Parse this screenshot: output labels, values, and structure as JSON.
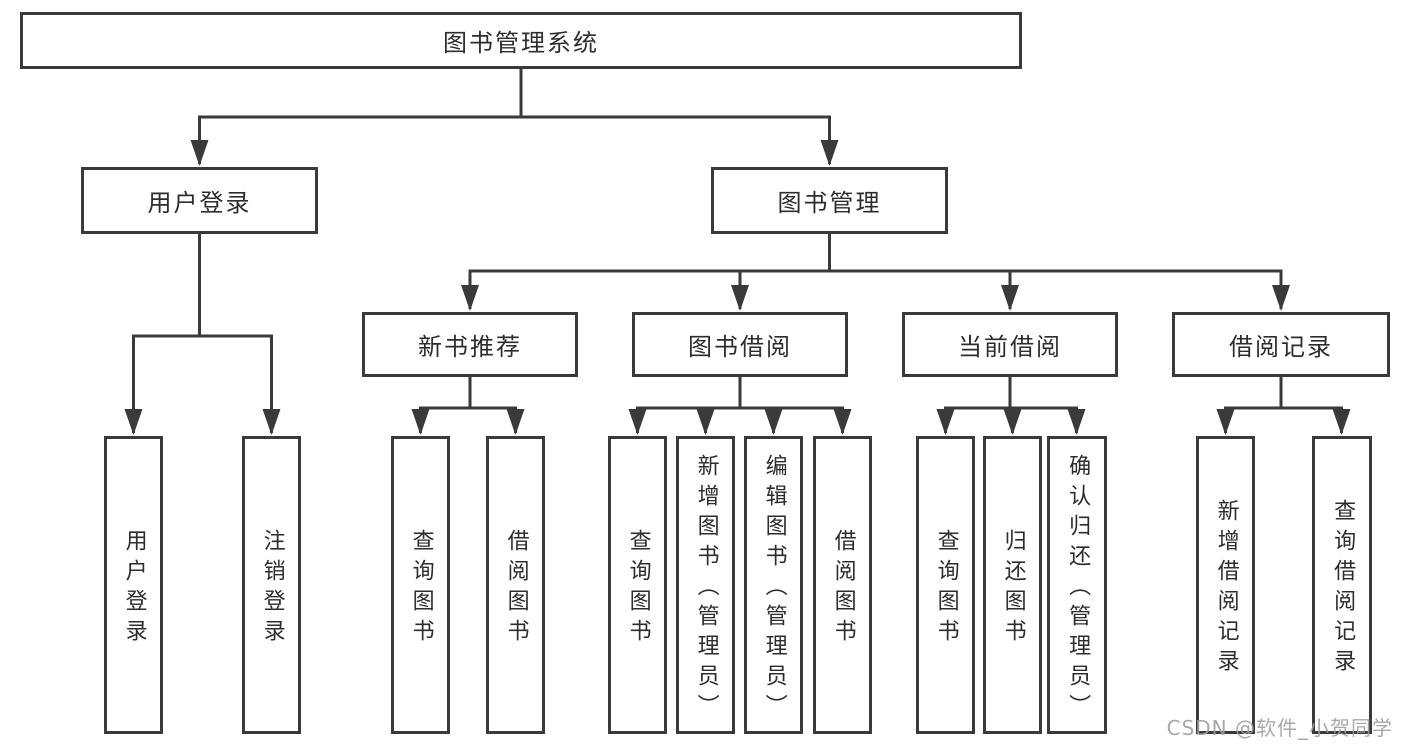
{
  "tree": {
    "root": "图书管理系统",
    "user_login": {
      "label": "用户登录",
      "children": [
        "用户登录",
        "注销登录"
      ]
    },
    "book_management": {
      "label": "图书管理",
      "sections": [
        {
          "label": "新书推荐",
          "children": [
            "查询图书",
            "借阅图书"
          ]
        },
        {
          "label": "图书借阅",
          "children": [
            "查询图书",
            "新增图书（管理员）",
            "编辑图书（管理员）",
            "借阅图书"
          ]
        },
        {
          "label": "当前借阅",
          "children": [
            "查询图书",
            "归还图书",
            "确认归还（管理员）"
          ]
        },
        {
          "label": "借阅记录",
          "children": [
            "新增借阅记录",
            "查询借阅记录"
          ]
        }
      ]
    }
  },
  "watermark": "CSDN @软件_小贺同学",
  "colors": {
    "line": "#3a3a3a",
    "text": "#2d2d2d",
    "watermark": "#9e9e9e",
    "background": "#ffffff"
  }
}
